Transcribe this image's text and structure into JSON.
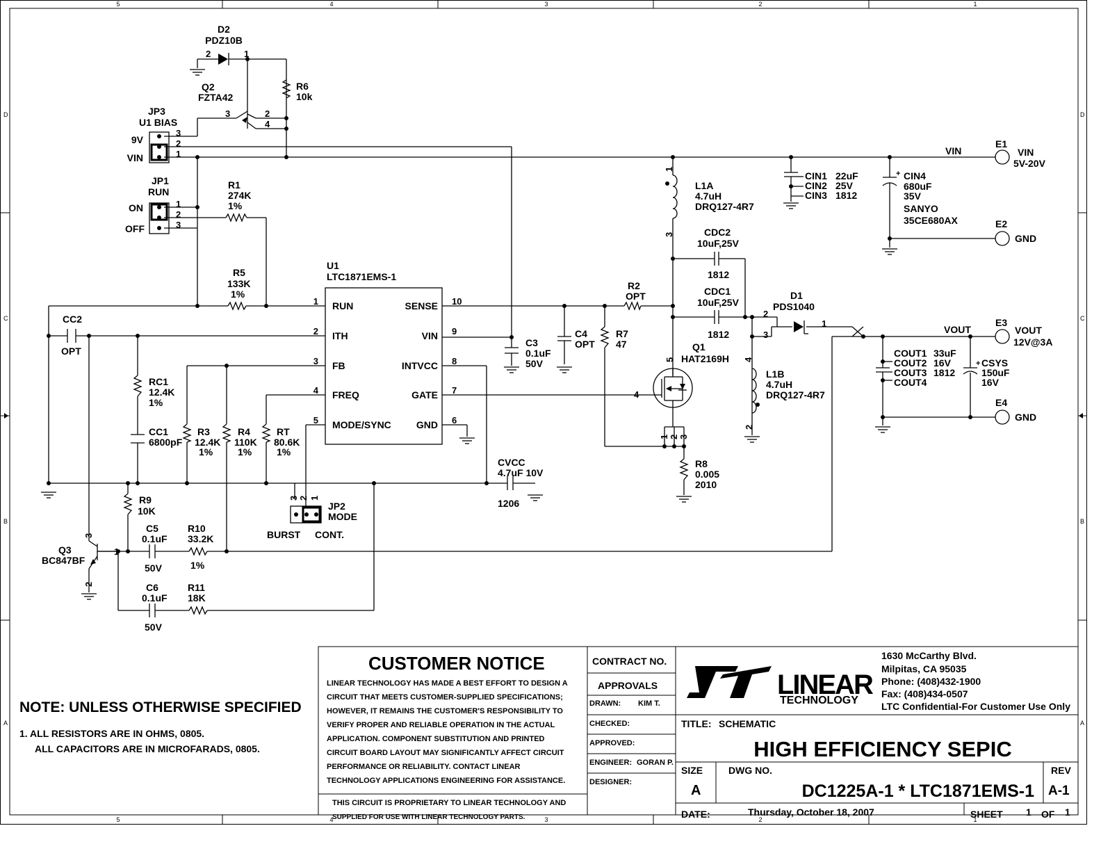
{
  "zones": {
    "cols": [
      "5",
      "4",
      "3",
      "2",
      "1"
    ],
    "rows": [
      "D",
      "C",
      "B",
      "A"
    ]
  },
  "ports": {
    "e1": {
      "ref": "E1",
      "name": "VIN",
      "value": "5V-20V",
      "net": "VIN"
    },
    "e2": {
      "ref": "E2",
      "name": "GND"
    },
    "e3": {
      "ref": "E3",
      "name": "VOUT",
      "value": "12V@3A",
      "net": "VOUT"
    },
    "e4": {
      "ref": "E4",
      "name": "GND"
    }
  },
  "components": {
    "d2": {
      "ref": "D2",
      "value": "PDZ10B",
      "pin_a": "2",
      "pin_k": "1"
    },
    "q2": {
      "ref": "Q2",
      "value": "FZTA42",
      "pins": [
        "3",
        "2",
        "4"
      ]
    },
    "r6": {
      "ref": "R6",
      "value": "10k"
    },
    "jp3": {
      "ref": "JP3",
      "value": "U1 BIAS",
      "opt_a": "9V",
      "opt_b": "VIN",
      "pins": [
        "3",
        "2",
        "1"
      ]
    },
    "jp1": {
      "ref": "JP1",
      "value": "RUN",
      "opt_a": "ON",
      "opt_b": "OFF",
      "pins": [
        "1",
        "2",
        "3"
      ]
    },
    "r1": {
      "ref": "R1",
      "value": "274K",
      "tol": "1%"
    },
    "r5": {
      "ref": "R5",
      "value": "133K",
      "tol": "1%"
    },
    "u1": {
      "ref": "U1",
      "value": "LTC1871EMS-1",
      "left_pins": [
        {
          "num": "1",
          "name": "RUN"
        },
        {
          "num": "2",
          "name": "ITH"
        },
        {
          "num": "3",
          "name": "FB"
        },
        {
          "num": "4",
          "name": "FREQ"
        },
        {
          "num": "5",
          "name": "MODE/SYNC"
        }
      ],
      "right_pins": [
        {
          "num": "10",
          "name": "SENSE"
        },
        {
          "num": "9",
          "name": "VIN"
        },
        {
          "num": "8",
          "name": "INTVCC"
        },
        {
          "num": "7",
          "name": "GATE"
        },
        {
          "num": "6",
          "name": "GND"
        }
      ]
    },
    "cc2": {
      "ref": "CC2",
      "value": "OPT"
    },
    "rc1": {
      "ref": "RC1",
      "value": "12.4K",
      "tol": "1%"
    },
    "cc1": {
      "ref": "CC1",
      "value": "6800pF"
    },
    "r3": {
      "ref": "R3",
      "value": "12.4K",
      "tol": "1%"
    },
    "r4": {
      "ref": "R4",
      "value": "110K",
      "tol": "1%"
    },
    "rt": {
      "ref": "RT",
      "value": "80.6K",
      "tol": "1%"
    },
    "jp2": {
      "ref": "JP2",
      "value": "MODE",
      "opt_a": "BURST",
      "opt_b": "CONT.",
      "pins": [
        "3",
        "2",
        "1"
      ]
    },
    "r9": {
      "ref": "R9",
      "value": "10K"
    },
    "q3": {
      "ref": "Q3",
      "value": "BC847BF",
      "pins": [
        "3",
        "1",
        "2"
      ]
    },
    "c5": {
      "ref": "C5",
      "value": "0.1uF",
      "volt": "50V"
    },
    "r10": {
      "ref": "R10",
      "value": "33.2K",
      "tol": "1%"
    },
    "c6": {
      "ref": "C6",
      "value": "0.1uF",
      "volt": "50V"
    },
    "r11": {
      "ref": "R11",
      "value": "18K"
    },
    "c3": {
      "ref": "C3",
      "value": "0.1uF",
      "volt": "50V"
    },
    "c4": {
      "ref": "C4",
      "value": "OPT"
    },
    "r7": {
      "ref": "R7",
      "value": "47"
    },
    "r2": {
      "ref": "R2",
      "value": "OPT"
    },
    "cvcc": {
      "ref": "CVCC",
      "value": "4.7uF 10V",
      "pkg": "1206"
    },
    "l1a": {
      "ref": "L1A",
      "value": "4.7uH",
      "part": "DRQ127-4R7",
      "pins": [
        "1",
        "3"
      ]
    },
    "l1b": {
      "ref": "L1B",
      "value": "4.7uH",
      "part": "DRQ127-4R7",
      "pins": [
        "4",
        "2"
      ]
    },
    "cdc2": {
      "ref": "CDC2",
      "value": "10uF,25V",
      "pkg": "1812"
    },
    "cdc1": {
      "ref": "CDC1",
      "value": "10uF,25V",
      "pkg": "1812"
    },
    "q1": {
      "ref": "Q1",
      "value": "HAT2169H",
      "pins": [
        "5",
        "4",
        "1",
        "2",
        "3"
      ]
    },
    "r8": {
      "ref": "R8",
      "value": "0.005",
      "pkg": "2010"
    },
    "d1": {
      "ref": "D1",
      "value": "PDS1040",
      "pins": [
        "2",
        "3",
        "1"
      ]
    },
    "cin": {
      "refs": [
        "CIN1",
        "CIN2",
        "CIN3"
      ],
      "vals": [
        "22uF",
        "25V",
        "1812"
      ]
    },
    "cin4": {
      "ref": "CIN4",
      "value": "680uF",
      "volt": "35V",
      "mfr": "SANYO",
      "part": "35CE680AX"
    },
    "cout": {
      "refs": [
        "COUT1",
        "COUT2",
        "COUT3",
        "COUT4"
      ],
      "vals": [
        "33uF",
        "16V",
        "1812"
      ]
    },
    "csys": {
      "ref": "CSYS",
      "value": "150uF",
      "volt": "16V"
    }
  },
  "notes": {
    "title": "NOTE: UNLESS OTHERWISE SPECIFIED",
    "line1": "1.  ALL RESISTORS ARE IN OHMS, 0805.",
    "line2": "ALL CAPACITORS ARE IN MICROFARADS, 0805."
  },
  "title_block": {
    "notice_title": "CUSTOMER NOTICE",
    "notice_lines": [
      "LINEAR TECHNOLOGY HAS MADE A BEST EFFORT TO DESIGN A",
      "CIRCUIT THAT MEETS CUSTOMER-SUPPLIED SPECIFICATIONS;",
      "HOWEVER, IT REMAINS THE CUSTOMER'S RESPONSIBILITY TO",
      "VERIFY PROPER AND RELIABLE OPERATION IN THE ACTUAL",
      "APPLICATION.  COMPONENT SUBSTITUTION AND PRINTED",
      "CIRCUIT BOARD LAYOUT MAY SIGNIFICANTLY AFFECT CIRCUIT",
      "PERFORMANCE OR RELIABILITY.  CONTACT LINEAR",
      "TECHNOLOGY APPLICATIONS ENGINEERING FOR ASSISTANCE."
    ],
    "proprietary_lines": [
      "THIS CIRCUIT IS PROPRIETARY TO LINEAR TECHNOLOGY AND",
      "SUPPLIED FOR USE WITH LINEAR TECHNOLOGY PARTS."
    ],
    "contract_no": "CONTRACT NO.",
    "approvals": "APPROVALS",
    "drawn_label": "DRAWN:",
    "drawn_value": "KIM T.",
    "checked_label": "CHECKED:",
    "approved_label": "APPROVED:",
    "engineer_label": "ENGINEER:",
    "engineer_value": "GORAN P.",
    "designer_label": "DESIGNER:",
    "logo_text": "LINEAR",
    "logo_sub": "TECHNOLOGY",
    "address": [
      "1630 McCarthy Blvd.",
      "Milpitas, CA 95035",
      "Phone: (408)432-1900",
      "Fax: (408)434-0507",
      "LTC Confidential-For Customer Use Only"
    ],
    "title_label": "TITLE:",
    "title_value": "SCHEMATIC",
    "main_title": "HIGH EFFICIENCY SEPIC",
    "size_label": "SIZE",
    "size_value": "A",
    "dwg_label": "DWG NO.",
    "dwg_value": "DC1225A-1 * LTC1871EMS-1",
    "rev_label": "REV",
    "rev_value": "A-1",
    "date_label": "DATE:",
    "date_value": "Thursday, October 18, 2007",
    "sheet_label": "SHEET",
    "sheet_num": "1",
    "of_label": "OF",
    "sheet_total": "1"
  }
}
